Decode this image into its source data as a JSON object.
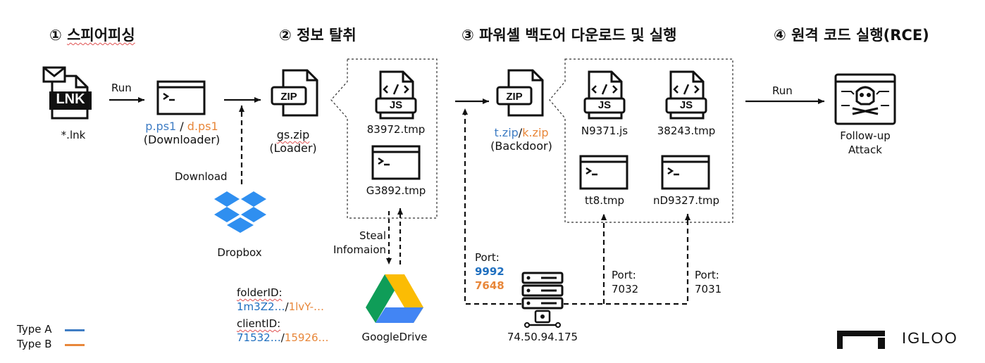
{
  "stages": {
    "s1": {
      "num": "①",
      "title": "스피어피싱"
    },
    "s2": {
      "num": "②",
      "title": "정보 탈취"
    },
    "s3": {
      "num": "③",
      "title": "파워셸 백도어 다운로드 및 실행"
    },
    "s4": {
      "num": "④",
      "title": "원격 코드 실행(RCE)"
    }
  },
  "lnk": {
    "badge": "LNK",
    "filename": "*.lnk",
    "run_label": "Run"
  },
  "downloader": {
    "file_a": "p.ps1",
    "sep": " / ",
    "file_b": "d.ps1",
    "role": "(Downloader)"
  },
  "dropbox": {
    "action": "Download",
    "name": "Dropbox"
  },
  "loader": {
    "zip_badge": "ZIP",
    "filename": "gs.zip",
    "role": "(Loader)"
  },
  "stage2_files": {
    "js_badge": "JS",
    "file1": "83972.tmp",
    "file2": "G3892.tmp"
  },
  "steal": {
    "line1": "Steal",
    "line2": "Infomaion"
  },
  "gdrive": {
    "name": "GoogleDrive",
    "folder_label": "folderID:",
    "folder_a": "1m3Z2…",
    "folder_sep": "/",
    "folder_b": "1lvY-…",
    "client_label": "clientID:",
    "client_a": "71532…",
    "client_sep": "/",
    "client_b": "15926…"
  },
  "backdoor": {
    "zip_badge": "ZIP",
    "file_a": "t.zip",
    "sep": "/",
    "file_b": "k.zip",
    "role": "(Backdoor)"
  },
  "stage3_files": {
    "js_badge": "JS",
    "file1": "N9371.js",
    "file2": "38243.tmp",
    "file3": "tt8.tmp",
    "file4": "nD9327.tmp"
  },
  "server": {
    "ip": "74.50.94.175",
    "port_left_label": "Port:",
    "port_left_a": "9992",
    "port_left_b": "7648",
    "port_mid_label": "Port:",
    "port_mid_value": "7032",
    "port_right_label": "Port:",
    "port_right_value": "7031"
  },
  "attack": {
    "run_label": "Run",
    "line1": "Follow-up",
    "line2": "Attack"
  },
  "legend": {
    "type_a": "Type A",
    "type_b": "Type B"
  },
  "logo": {
    "text": "IGLOO"
  },
  "colors": {
    "type_a": "#3f7dc4",
    "type_b": "#e8873a",
    "dropbox": "#2f8ff0"
  }
}
